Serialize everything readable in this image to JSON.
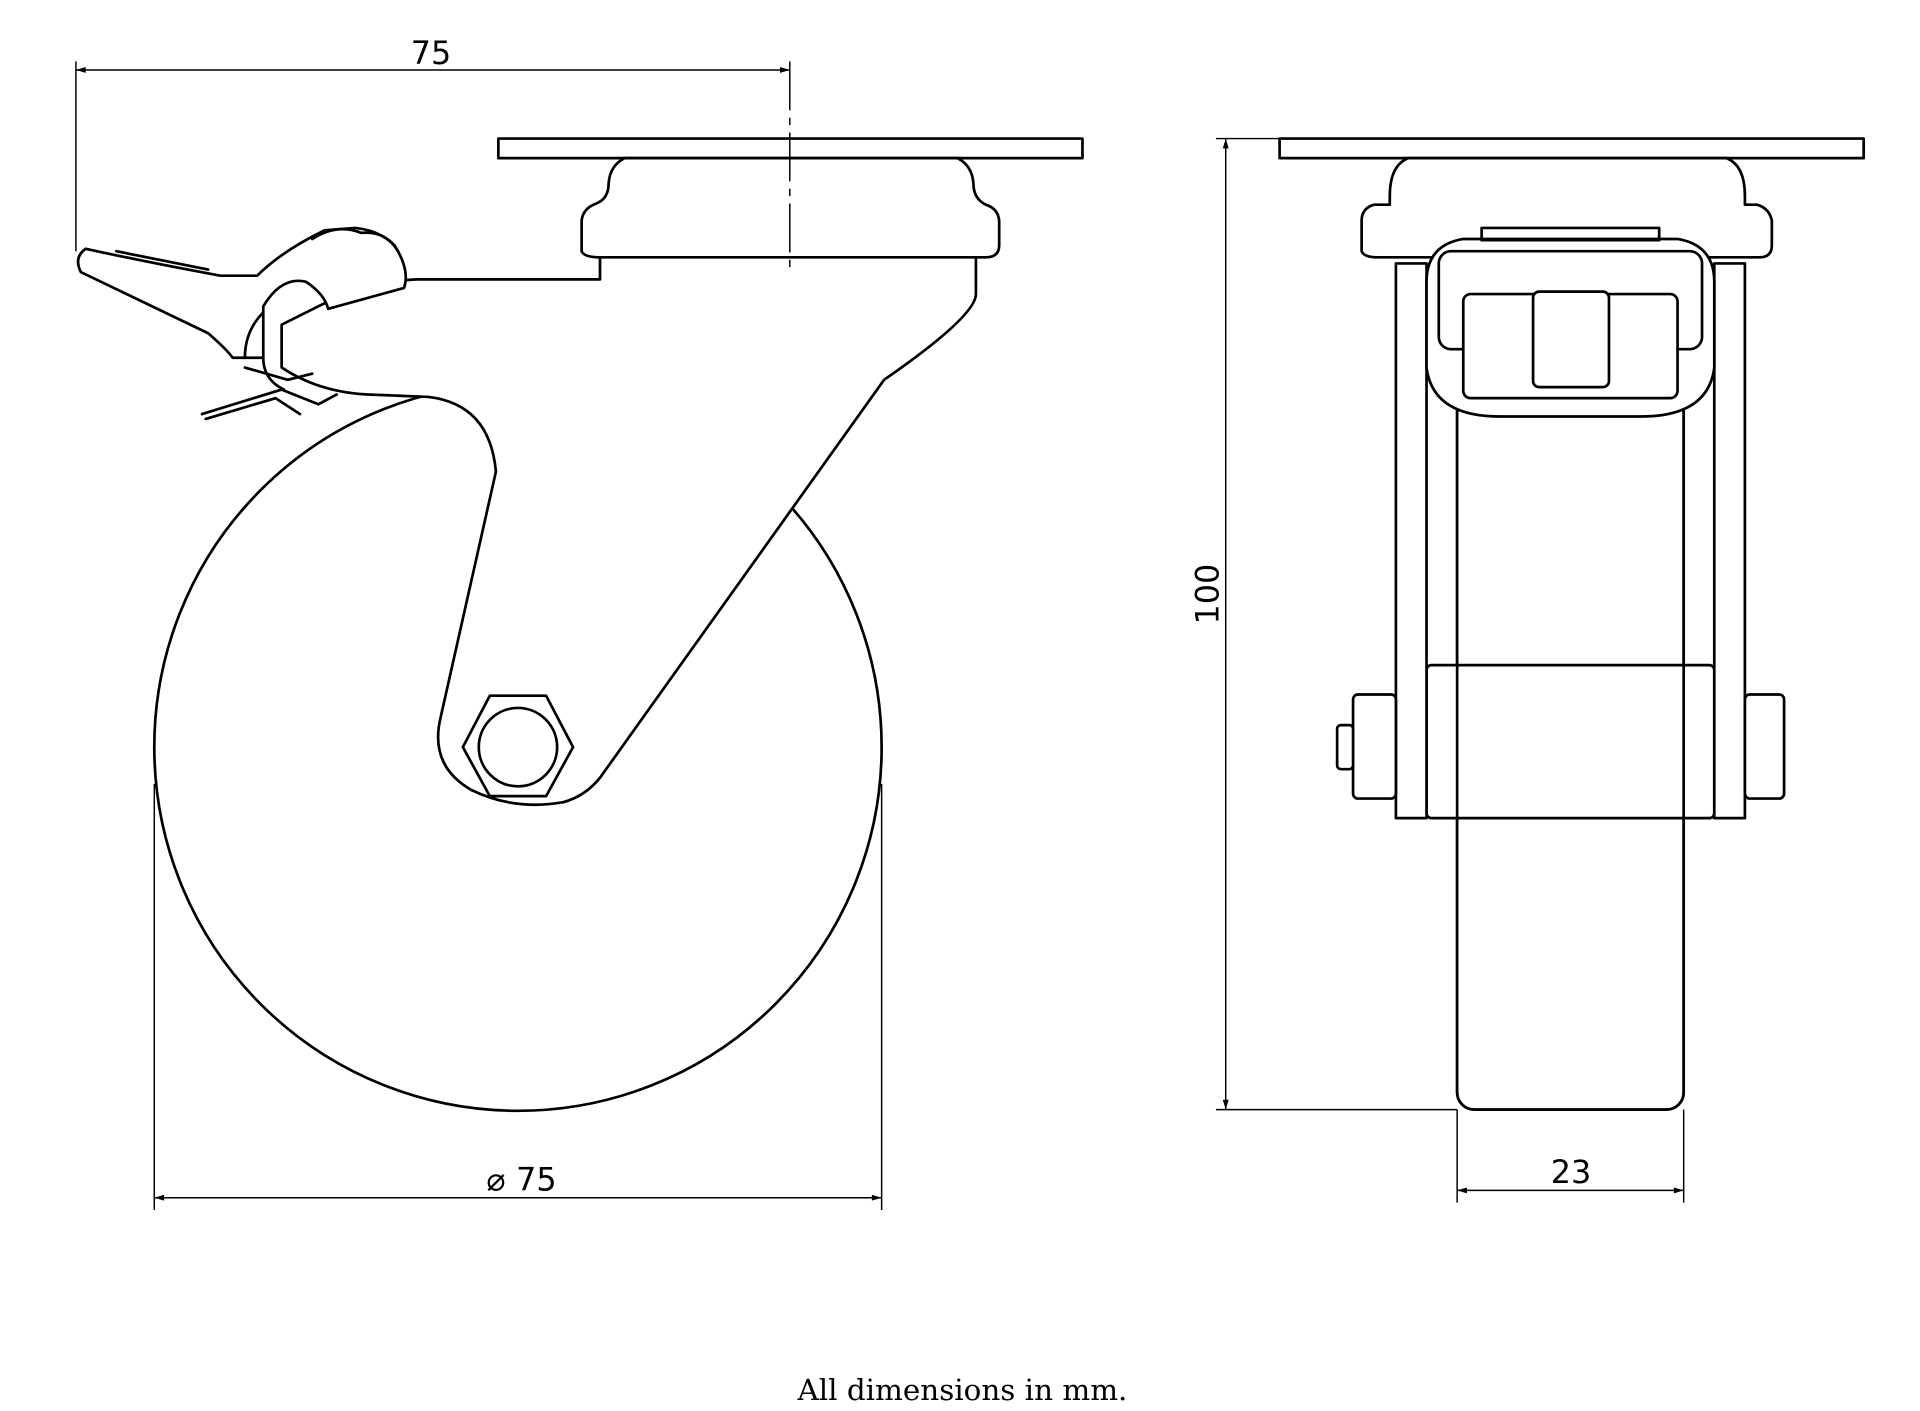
{
  "drawing": {
    "side_view": {
      "overall_length_label": "75",
      "wheel_diameter_symbol": "⌀",
      "wheel_diameter_label": "75"
    },
    "front_view": {
      "height_label": "100",
      "wheel_width_label": "23"
    },
    "caption": "All dimensions in mm."
  }
}
